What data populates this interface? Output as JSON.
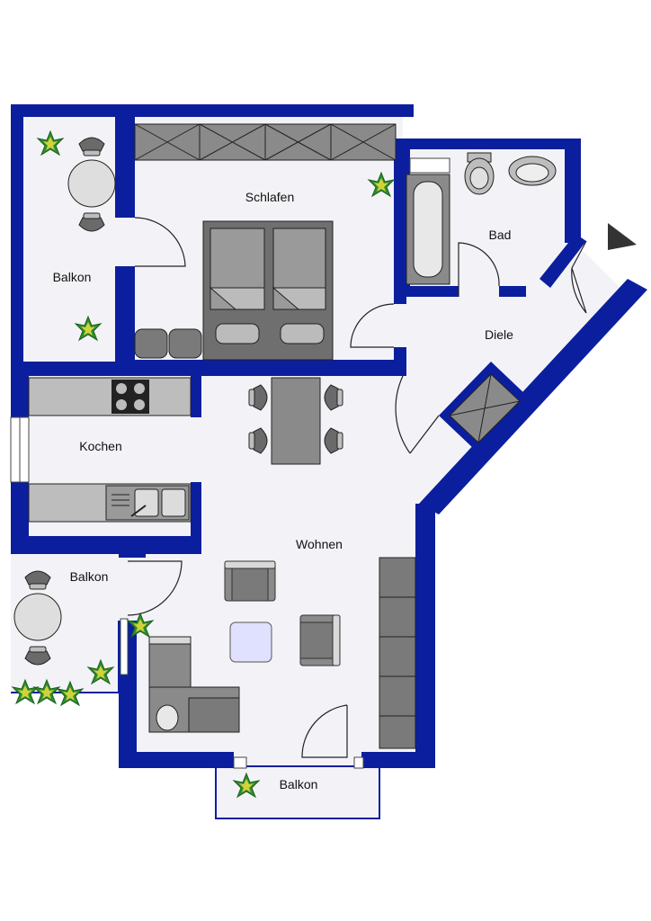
{
  "rooms": {
    "schlafen": "Schlafen",
    "bad": "Bad",
    "diele": "Diele",
    "balkon_nw": "Balkon",
    "kochen": "Kochen",
    "wohnen": "Wohnen",
    "balkon_sw": "Balkon",
    "balkon_s": "Balkon"
  },
  "colors": {
    "wall": "#0b1f9e",
    "floor": "#f3f3f7",
    "furniture": "#8a8a8a",
    "furniture_dark": "#5f5f5f",
    "plant": "#2f8f2f"
  },
  "icons": [
    "plant-icon",
    "chair-icon",
    "table-icon",
    "bed-icon",
    "stove-icon",
    "sink-icon",
    "toilet-icon",
    "bathtub-icon",
    "compass-arrow-icon"
  ]
}
